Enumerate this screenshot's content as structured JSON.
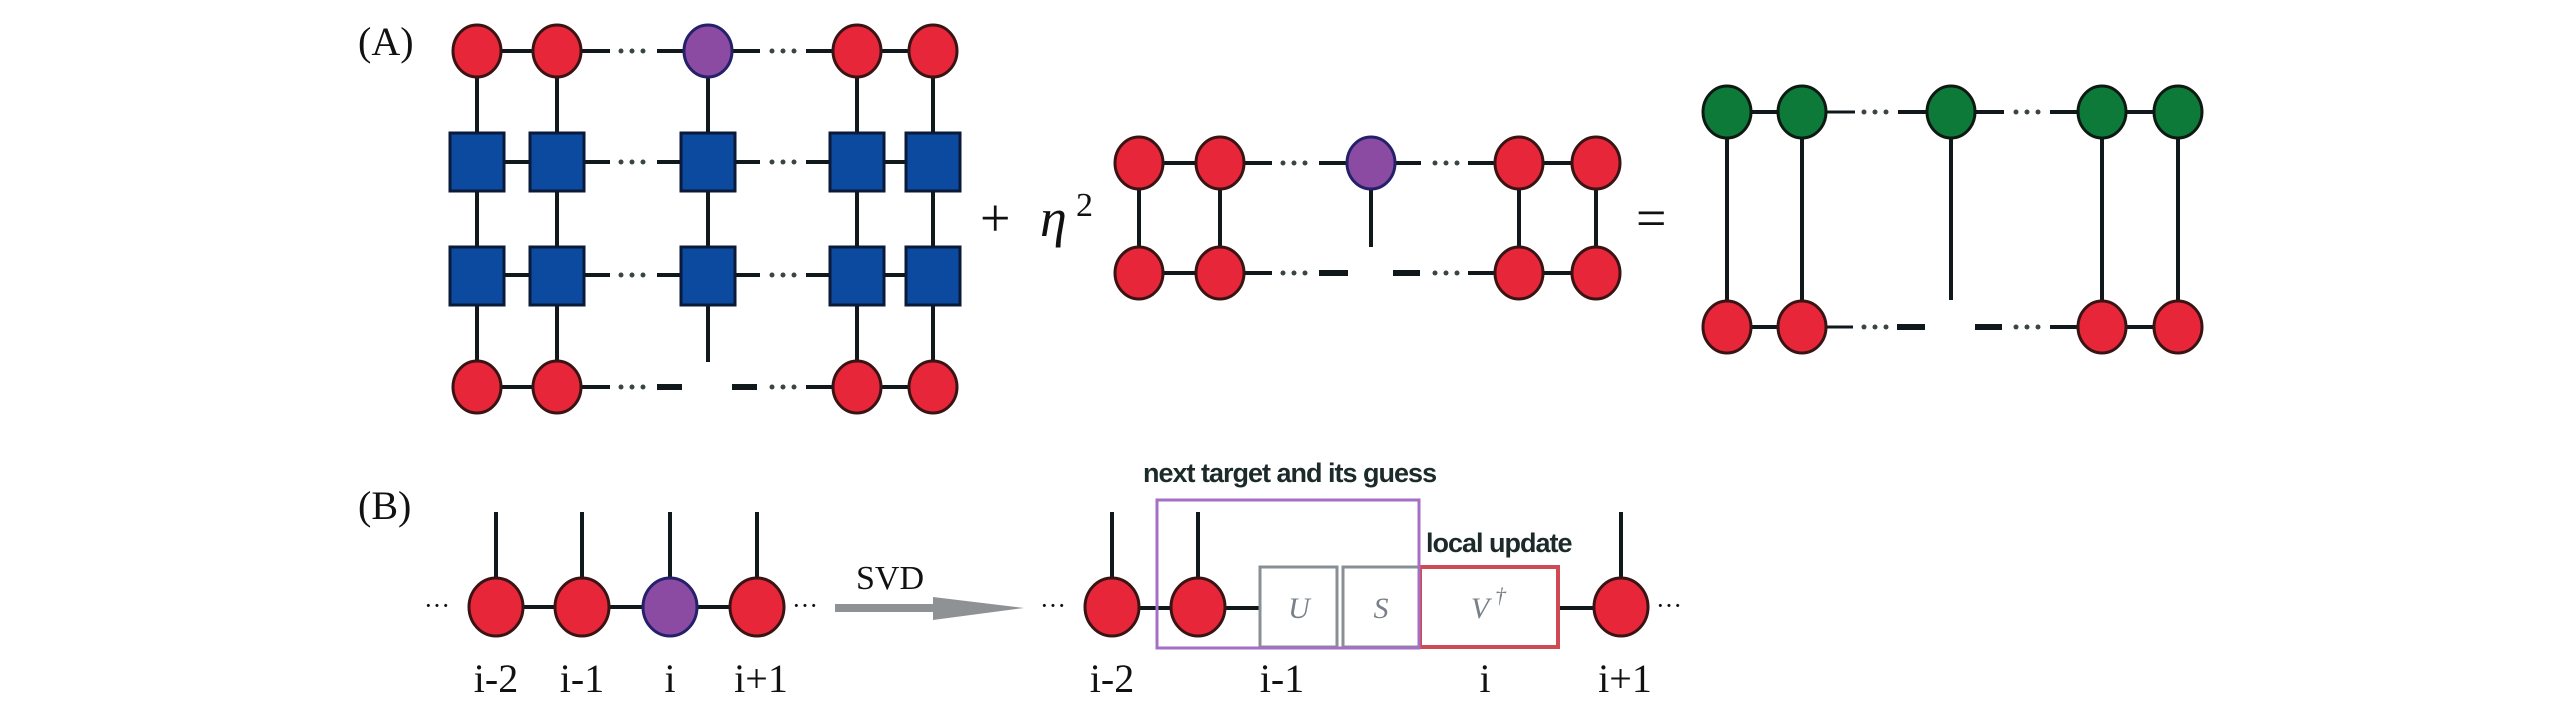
{
  "panels": {
    "a": {
      "label": "(A)",
      "plus_sign": "+",
      "eta": "η",
      "eta_exponent": "2",
      "equals_sign": "=",
      "network_1": {
        "description": "Contraction with two operator layers",
        "top_row_colors": [
          "red",
          "red",
          "purple",
          "red",
          "red"
        ],
        "operator_rows": 2,
        "bottom_row_colors": [
          "red",
          "red",
          null,
          "red",
          "red"
        ]
      },
      "network_2": {
        "description": "Norm network",
        "top_row_colors": [
          "red",
          "red",
          "purple",
          "red",
          "red"
        ],
        "bottom_row_colors": [
          "red",
          "red",
          null,
          "red",
          "red"
        ]
      },
      "network_3": {
        "description": "Result network",
        "top_row_colors": [
          "green",
          "green",
          "green",
          "green",
          "green"
        ],
        "bottom_row_colors": [
          "red",
          "red",
          null,
          "red",
          "red"
        ]
      }
    },
    "b": {
      "label": "(B)",
      "ellipsis": "···",
      "chain_before": {
        "site_labels": [
          "i-2",
          "i-1",
          "i",
          "i+1"
        ],
        "site_colors": [
          "red",
          "red",
          "purple",
          "red"
        ]
      },
      "arrow_label": "SVD",
      "chain_after": {
        "site_labels": [
          "i-2",
          "i-1",
          "i",
          "i+1"
        ],
        "u_label": "U",
        "s_label": "S",
        "v_label": "V",
        "v_superscript": "†",
        "next_target_caption": "next target and its guess",
        "local_update_caption": "local update"
      }
    }
  },
  "colors": {
    "red": "#e8263a",
    "purple": "#8b4ba3",
    "green": "#0e7a3a",
    "blue": "#0c4aa0",
    "next_target_box": "#a46fc4",
    "local_update_box": "#cf4a55",
    "arrow": "#8e9294"
  }
}
